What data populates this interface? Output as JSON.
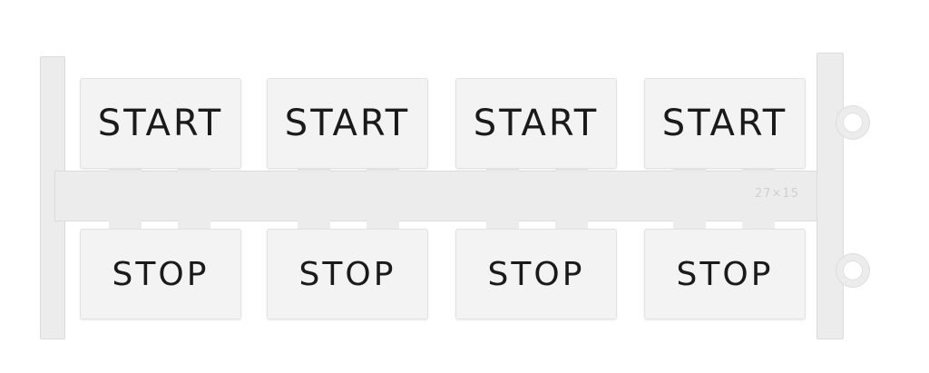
{
  "labels": {
    "top_row": [
      "START",
      "START",
      "START",
      "START"
    ],
    "bottom_row": [
      "STOP",
      "STOP",
      "STOP",
      "STOP"
    ]
  },
  "carrier": {
    "marking": "27×15"
  },
  "colors": {
    "plastic": "#ececec",
    "tag": "#f3f3f3",
    "text": "#1a1a1a",
    "background": "#ffffff"
  }
}
